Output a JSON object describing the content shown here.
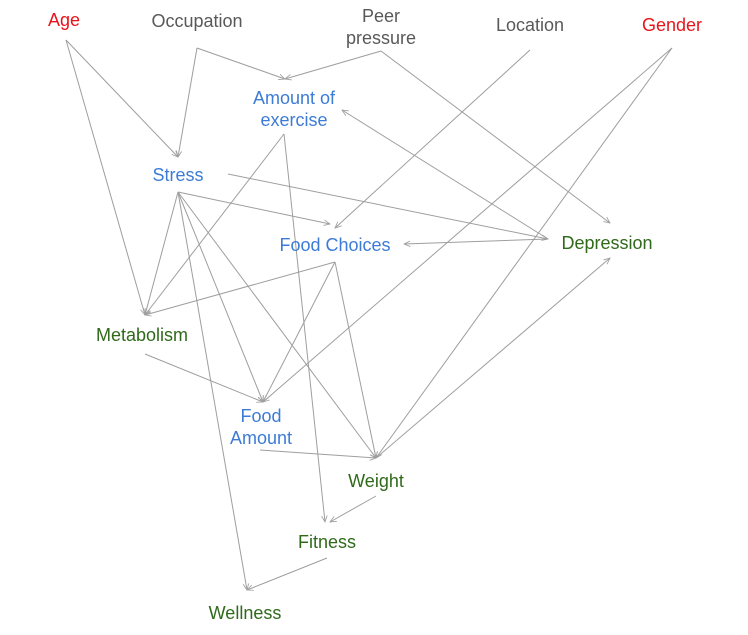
{
  "diagram": {
    "nodes": [
      {
        "id": "age",
        "lines": [
          "Age"
        ],
        "group": "demographic-red"
      },
      {
        "id": "occupation",
        "lines": [
          "Occupation"
        ],
        "group": "external-gray"
      },
      {
        "id": "peer-pressure",
        "lines": [
          "Peer",
          "pressure"
        ],
        "group": "external-gray"
      },
      {
        "id": "location",
        "lines": [
          "Location"
        ],
        "group": "external-gray"
      },
      {
        "id": "gender",
        "lines": [
          "Gender"
        ],
        "group": "demographic-red"
      },
      {
        "id": "amount-of-exercise",
        "lines": [
          "Amount of",
          "exercise"
        ],
        "group": "behavior-blue"
      },
      {
        "id": "stress",
        "lines": [
          "Stress"
        ],
        "group": "behavior-blue"
      },
      {
        "id": "food-choices",
        "lines": [
          "Food Choices"
        ],
        "group": "behavior-blue"
      },
      {
        "id": "depression",
        "lines": [
          "Depression"
        ],
        "group": "outcome-green"
      },
      {
        "id": "metabolism",
        "lines": [
          "Metabolism"
        ],
        "group": "outcome-green"
      },
      {
        "id": "food-amount",
        "lines": [
          "Food",
          "Amount"
        ],
        "group": "behavior-blue"
      },
      {
        "id": "weight",
        "lines": [
          "Weight"
        ],
        "group": "outcome-green"
      },
      {
        "id": "fitness",
        "lines": [
          "Fitness"
        ],
        "group": "outcome-green"
      },
      {
        "id": "wellness",
        "lines": [
          "Wellness"
        ],
        "group": "outcome-green"
      }
    ],
    "edges": [
      [
        "age",
        "stress"
      ],
      [
        "age",
        "metabolism"
      ],
      [
        "occupation",
        "stress"
      ],
      [
        "occupation",
        "amount-of-exercise"
      ],
      [
        "peer-pressure",
        "amount-of-exercise"
      ],
      [
        "peer-pressure",
        "depression"
      ],
      [
        "location",
        "food-choices"
      ],
      [
        "gender",
        "food-amount"
      ],
      [
        "gender",
        "weight"
      ],
      [
        "amount-of-exercise",
        "metabolism"
      ],
      [
        "amount-of-exercise",
        "fitness"
      ],
      [
        "stress",
        "depression"
      ],
      [
        "stress",
        "food-choices"
      ],
      [
        "stress",
        "metabolism"
      ],
      [
        "stress",
        "food-amount"
      ],
      [
        "stress",
        "weight"
      ],
      [
        "stress",
        "wellness"
      ],
      [
        "depression",
        "amount-of-exercise"
      ],
      [
        "depression",
        "food-choices"
      ],
      [
        "food-choices",
        "metabolism"
      ],
      [
        "food-choices",
        "food-amount"
      ],
      [
        "food-choices",
        "weight"
      ],
      [
        "metabolism",
        "food-amount"
      ],
      [
        "food-amount",
        "weight"
      ],
      [
        "weight",
        "fitness"
      ],
      [
        "weight",
        "depression"
      ],
      [
        "fitness",
        "wellness"
      ]
    ],
    "colors": {
      "demographic-red": "#e8141c",
      "external-gray": "#595959",
      "behavior-blue": "#3d7cd6",
      "outcome-green": "#2f6a1a",
      "edge": "#9e9e9e"
    }
  }
}
